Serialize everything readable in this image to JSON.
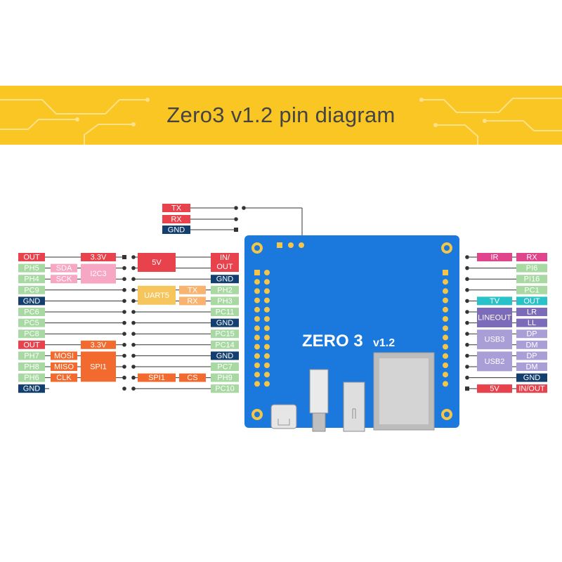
{
  "title": "Zero3 v1.2 pin diagram",
  "board": {
    "label_main": "ZERO 3",
    "label_ver": "v1.2"
  },
  "uart_debug": [
    "TX",
    "RX",
    "GND"
  ],
  "left": {
    "col_a": [
      "OUT",
      "PH5",
      "PH4",
      "PC9",
      "GND",
      "PC6",
      "PC5",
      "PC8",
      "OUT",
      "PH7",
      "PH8",
      "PH6",
      "GND"
    ],
    "sda": "SDA",
    "sck": "SCK",
    "i2c3": "I2C3",
    "v33_top": "3.3V",
    "v33_mid": "3.3V",
    "mosi": "MOSI",
    "miso": "MISO",
    "clk": "CLK",
    "spi1": "SPI1",
    "v5": "5V",
    "uart5": "UART5",
    "tx": "TX",
    "rx": "RX",
    "spi1_cs": "SPI1",
    "cs": "CS",
    "col_b": [
      "IN/\nOUT",
      "",
      "GND",
      "PH2",
      "PH3",
      "PC11",
      "GND",
      "PC15",
      "PC14",
      "GND",
      "PC7",
      "PH9",
      "PC10"
    ]
  },
  "right": {
    "ir": "IR",
    "tv": "TV",
    "lineout": "LINEOUT",
    "usb3": "USB3",
    "usb2": "USB2",
    "v5": "5V",
    "col": [
      "RX",
      "PI6",
      "PI16",
      "PC1",
      "OUT",
      "LR",
      "LL",
      "DP",
      "DM",
      "DP",
      "DM",
      "GND",
      "IN/OUT"
    ]
  },
  "colors": {
    "banner": "#f9c623",
    "board": "#1b78dc",
    "red": "#e8424d",
    "pink": "#f7a6c4",
    "green": "#a8d9a2",
    "navy": "#123f6e",
    "orange": "#f26a2e",
    "ltorange": "#f9b36e",
    "yellow": "#f6c65c",
    "purple": "#7b6bb8",
    "ltpurple": "#a99fd6",
    "cyan": "#28c2c8",
    "magenta": "#e0448a"
  }
}
